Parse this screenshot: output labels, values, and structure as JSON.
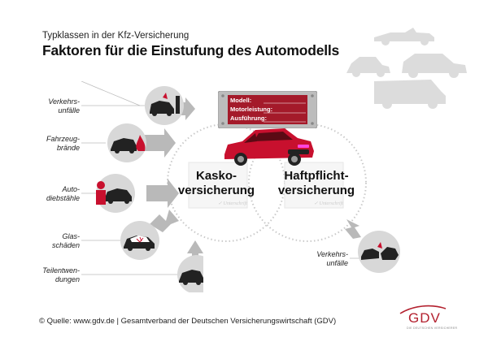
{
  "header": {
    "subtitle": "Typklassen in der Kfz-Versicherung",
    "title": "Faktoren für die Einstufung des Automodells"
  },
  "factors_left": [
    {
      "line1": "Verkehrs-",
      "line2": "unfälle",
      "icon": "car-crash-icon"
    },
    {
      "line1": "Fahrzeug-",
      "line2": "brände",
      "icon": "car-fire-icon"
    },
    {
      "line1": "Auto-",
      "line2": "diebstähle",
      "icon": "car-theft-icon"
    },
    {
      "line1": "Glas-",
      "line2": "schäden",
      "icon": "broken-windshield-icon"
    },
    {
      "line1": "Teilentwen-",
      "line2": "dungen",
      "icon": "parts-theft-icon"
    }
  ],
  "factor_right": {
    "line1": "Verkehrs-",
    "line2": "unfälle",
    "icon": "collision-icon"
  },
  "circles": {
    "kasko": {
      "line1": "Kasko-",
      "line2": "versicherung"
    },
    "haftpflicht": {
      "line1": "Haftpflicht-",
      "line2": "versicherung"
    }
  },
  "plate": {
    "rows": [
      "Modell:",
      "Motorleistung:",
      "Ausführung:"
    ]
  },
  "footer": {
    "source": "© Quelle: www.gdv.de | Gesamtverband der Deutschen Versicherungswirtschaft (GDV)"
  },
  "logo": {
    "text": "GDV",
    "sub": "DIE DEUTSCHEN VERSICHERER"
  },
  "colors": {
    "accent": "#c8102e",
    "grey_arrow": "#b9b9b9",
    "icon_circle": "#d8d8d8",
    "silhouette": "#dcdcdc"
  }
}
